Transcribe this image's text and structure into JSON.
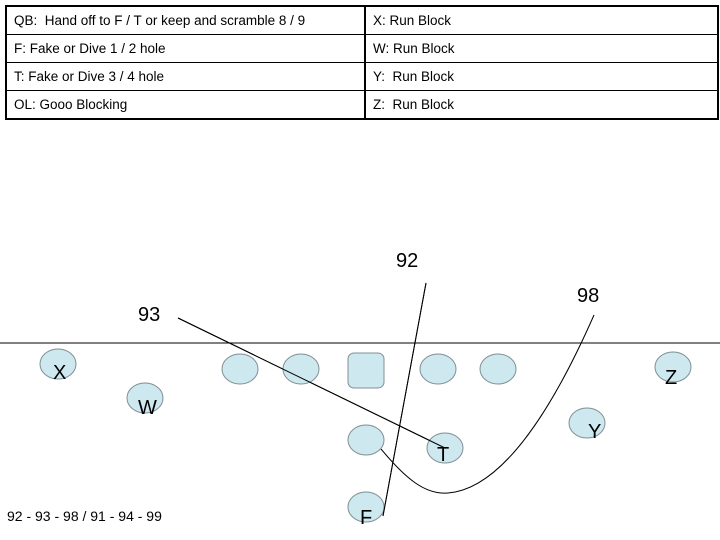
{
  "assignments": [
    {
      "left": "QB:  Hand off to F / T or keep and scramble 8 / 9",
      "right": "X: Run Block"
    },
    {
      "left": "F: Fake or Dive 1 / 2 hole",
      "right": "W: Run Block"
    },
    {
      "left": "T: Fake or Dive 3 / 4 hole",
      "right": "Y:  Run Block"
    },
    {
      "left": "OL: Gooo Blocking",
      "right": "Z:  Run Block"
    }
  ],
  "route_labels": {
    "r92": "92",
    "r93": "93",
    "r98": "98"
  },
  "players": {
    "x": "X",
    "w": "W",
    "t": "T",
    "y": "Y",
    "z": "Z",
    "f": "F"
  },
  "play_sequence": "92 - 93 - 98 / 91 - 94 - 99",
  "colors": {
    "player_fill": "#cde8ee",
    "player_stroke": "#7f8f94"
  }
}
